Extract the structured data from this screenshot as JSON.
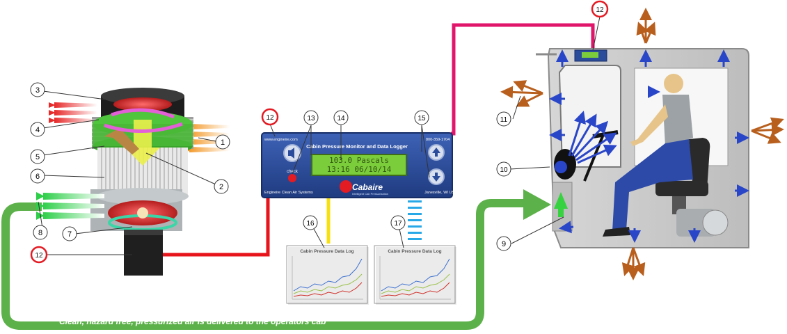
{
  "caption": "Clean, hazard free, pressurized air is delivered to the operators cab",
  "callouts": [
    {
      "id": "c1",
      "label": "1"
    },
    {
      "id": "c2",
      "label": "2"
    },
    {
      "id": "c3",
      "label": "3"
    },
    {
      "id": "c4",
      "label": "4"
    },
    {
      "id": "c5",
      "label": "5"
    },
    {
      "id": "c6",
      "label": "6"
    },
    {
      "id": "c7",
      "label": "7"
    },
    {
      "id": "c8",
      "label": "8"
    },
    {
      "id": "c9",
      "label": "9"
    },
    {
      "id": "c10",
      "label": "10"
    },
    {
      "id": "c11",
      "label": "11"
    },
    {
      "id": "c12a",
      "label": "12"
    },
    {
      "id": "c12b",
      "label": "12"
    },
    {
      "id": "c12c",
      "label": "12"
    },
    {
      "id": "c13",
      "label": "13"
    },
    {
      "id": "c14",
      "label": "14"
    },
    {
      "id": "c15",
      "label": "15"
    },
    {
      "id": "c16",
      "label": "16"
    },
    {
      "id": "c17",
      "label": "17"
    }
  ],
  "monitor": {
    "website": "www.engineire.com",
    "phone": "800-359-1704",
    "title": "Cabin Pressure Monitor and Data Logger",
    "lcd_line1": "103.0  Pascals",
    "lcd_line2": "13:16   06/10/14",
    "check_label": "check",
    "company": "Engineire Clean Air Systems",
    "brand": "Cabaire",
    "brand_tagline": "Intelligent Cab Pressurization",
    "location": "Janesville, WI USA"
  },
  "logs": [
    {
      "title": "Cabin Pressure Data Log"
    },
    {
      "title": "Cabin Pressure Data Log"
    }
  ],
  "colors": {
    "pink_line": "#e0166b",
    "red_line": "#e8141b",
    "green_duct": "#5db14a",
    "yellow_line": "#f7e012",
    "monitor_blue": "#2b4c9b",
    "lcd_green": "#7ccd3b",
    "callout_red": "#e31b23"
  }
}
